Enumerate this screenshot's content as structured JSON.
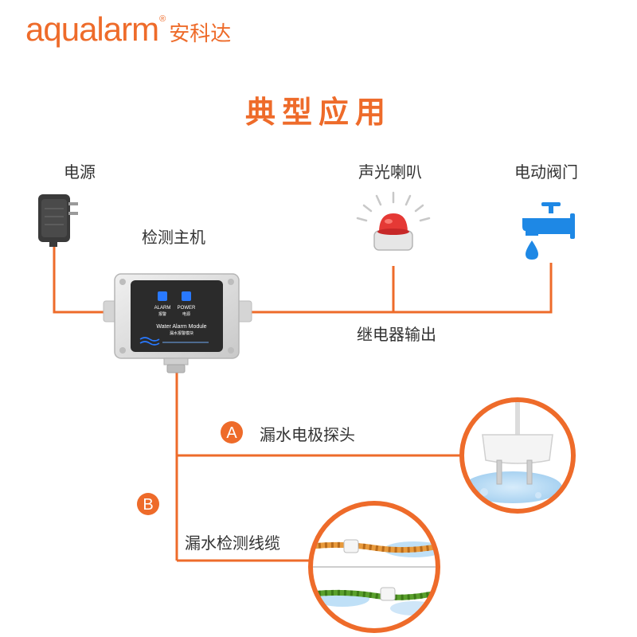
{
  "brand": {
    "name": "aqualarm",
    "registered": "®",
    "cn_name": "安科达"
  },
  "title": "典型应用",
  "labels": {
    "power": "电源",
    "siren": "声光喇叭",
    "valve": "电动阀门",
    "main_unit": "检测主机",
    "relay_output": "继电器输出",
    "probe": "漏水电极探头",
    "cable": "漏水检测线缆"
  },
  "badges": {
    "a": "A",
    "b": "B"
  },
  "device_panel": {
    "alarm_label": "ALARM",
    "alarm_cn": "报警",
    "power_label": "POWER",
    "power_cn": "电源",
    "module_name": "Water Alarm Module",
    "module_cn": "漏水报警模块"
  },
  "colors": {
    "accent": "#ee6b2a",
    "wire": "#ee6b2a",
    "text": "#333333",
    "valve_blue": "#1e88e5",
    "siren_red": "#e53935",
    "device_gray": "#dcdcdc",
    "panel_dark": "#2b2b2b",
    "cable_orange": "#e89a3c",
    "cable_green": "#5aa02c"
  },
  "icons": {
    "power": "power-adapter-icon",
    "siren": "siren-light-icon",
    "valve": "water-faucet-icon"
  }
}
